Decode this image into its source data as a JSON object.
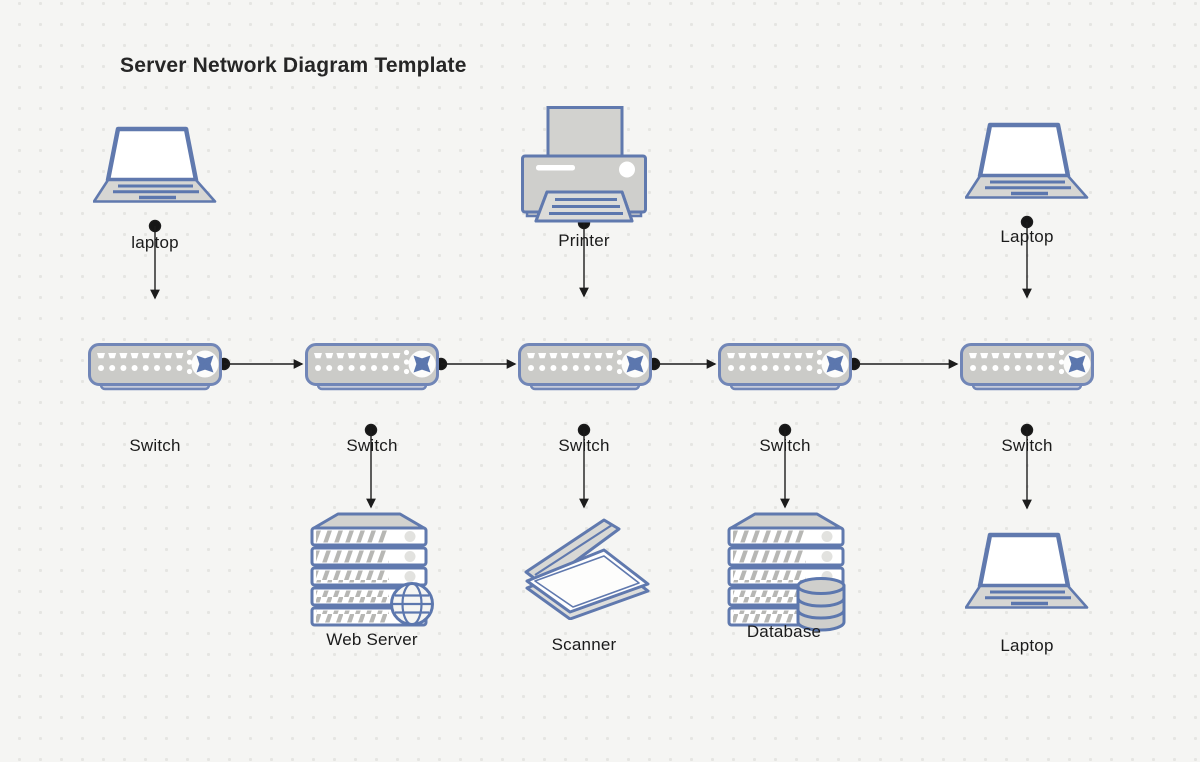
{
  "title": "Server Network Diagram Template",
  "canvas": {
    "background_color": "#f5f5f3",
    "grid_dot_color": "#e5e5e2",
    "device_outline_color": "#6d82b4",
    "device_fill_color": "#cecec9",
    "connector_color": "#1c1c1c"
  },
  "nodes": {
    "laptop1": {
      "label": "laptop",
      "type": "laptop"
    },
    "printer1": {
      "label": "Printer",
      "type": "printer"
    },
    "laptop2": {
      "label": "Laptop",
      "type": "laptop"
    },
    "switch1": {
      "label": "Switch",
      "type": "switch"
    },
    "switch2": {
      "label": "Switch",
      "type": "switch"
    },
    "switch3": {
      "label": "Switch",
      "type": "switch"
    },
    "switch4": {
      "label": "Switch",
      "type": "switch"
    },
    "switch5": {
      "label": "Switch",
      "type": "switch"
    },
    "webserver": {
      "label": "Web Server",
      "type": "server-globe"
    },
    "scanner1": {
      "label": "Scanner",
      "type": "scanner"
    },
    "database1": {
      "label": "Database",
      "type": "server-database"
    },
    "laptop3": {
      "label": "Laptop",
      "type": "laptop"
    }
  },
  "edges": [
    {
      "from": "laptop1",
      "to": "switch1"
    },
    {
      "from": "printer1",
      "to": "switch3"
    },
    {
      "from": "laptop2",
      "to": "switch5"
    },
    {
      "from": "switch1",
      "to": "switch2"
    },
    {
      "from": "switch2",
      "to": "switch3"
    },
    {
      "from": "switch3",
      "to": "switch4"
    },
    {
      "from": "switch4",
      "to": "switch5"
    },
    {
      "from": "switch2",
      "to": "webserver"
    },
    {
      "from": "switch3",
      "to": "scanner1"
    },
    {
      "from": "switch4",
      "to": "database1"
    },
    {
      "from": "switch5",
      "to": "laptop3"
    }
  ]
}
